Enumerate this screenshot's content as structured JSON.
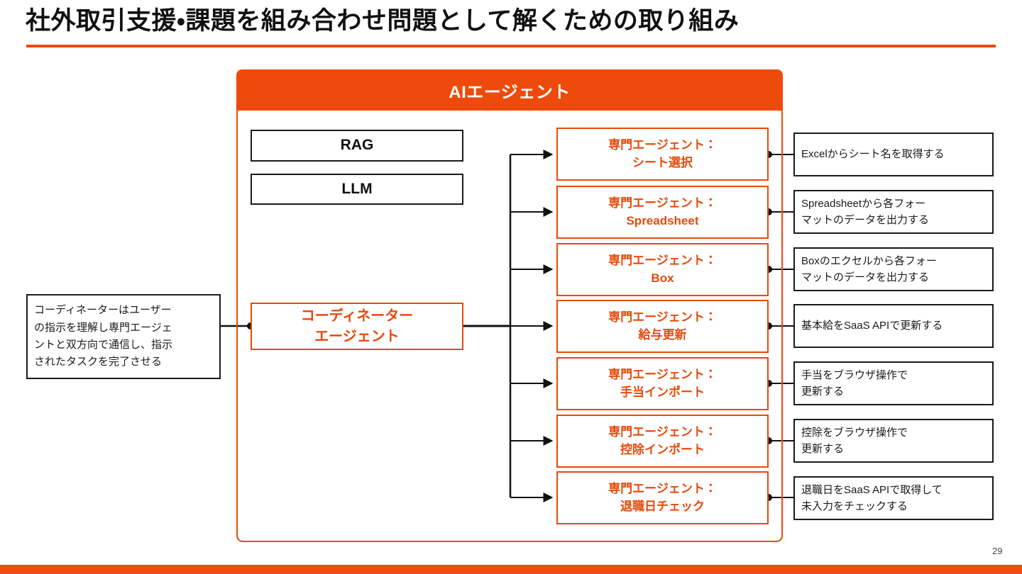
{
  "slide": {
    "title": "社外取引支援・課題を組み合わせ問題として解くための取り組み",
    "page_number": "29",
    "accent_color": "#EE4A0B"
  },
  "container": {
    "header_label": "AIエージェント"
  },
  "components": [
    {
      "name": "rag",
      "label": "RAG"
    },
    {
      "name": "llm",
      "label": "LLM"
    }
  ],
  "coordinator": {
    "label": "コーディネーター\nエージェント",
    "description": "コーディネーターはユーザー\nの指示を理解し専門エージェ\nントと双方向で通信し、指示\nされたタスクを完了させる"
  },
  "agents": [
    {
      "name": "sheet-select",
      "label": "専門エージェント：\nシート選択",
      "description": "Excelからシート名を取得する"
    },
    {
      "name": "spreadsheet",
      "label": "専門エージェント：\nSpreadsheet",
      "description": "Spreadsheetから各フォー\nマットのデータを出力する"
    },
    {
      "name": "box",
      "label": "専門エージェント：\nBox",
      "description": "Boxのエクセルから各フォー\nマットのデータを出力する"
    },
    {
      "name": "salary-update",
      "label": "専門エージェント：\n給与更新",
      "description": "基本給をSaaS APIで更新する"
    },
    {
      "name": "allowance-import",
      "label": "専門エージェント：\n手当インポート",
      "description": "手当をブラウザ操作で\n更新する"
    },
    {
      "name": "deduction-import",
      "label": "専門エージェント：\n控除インポート",
      "description": "控除をブラウザ操作で\n更新する"
    },
    {
      "name": "retirement-date-check",
      "label": "専門エージェント：\n退職日チェック",
      "description": "退職日をSaaS APIで取得して\n未入力をチェックする"
    }
  ]
}
